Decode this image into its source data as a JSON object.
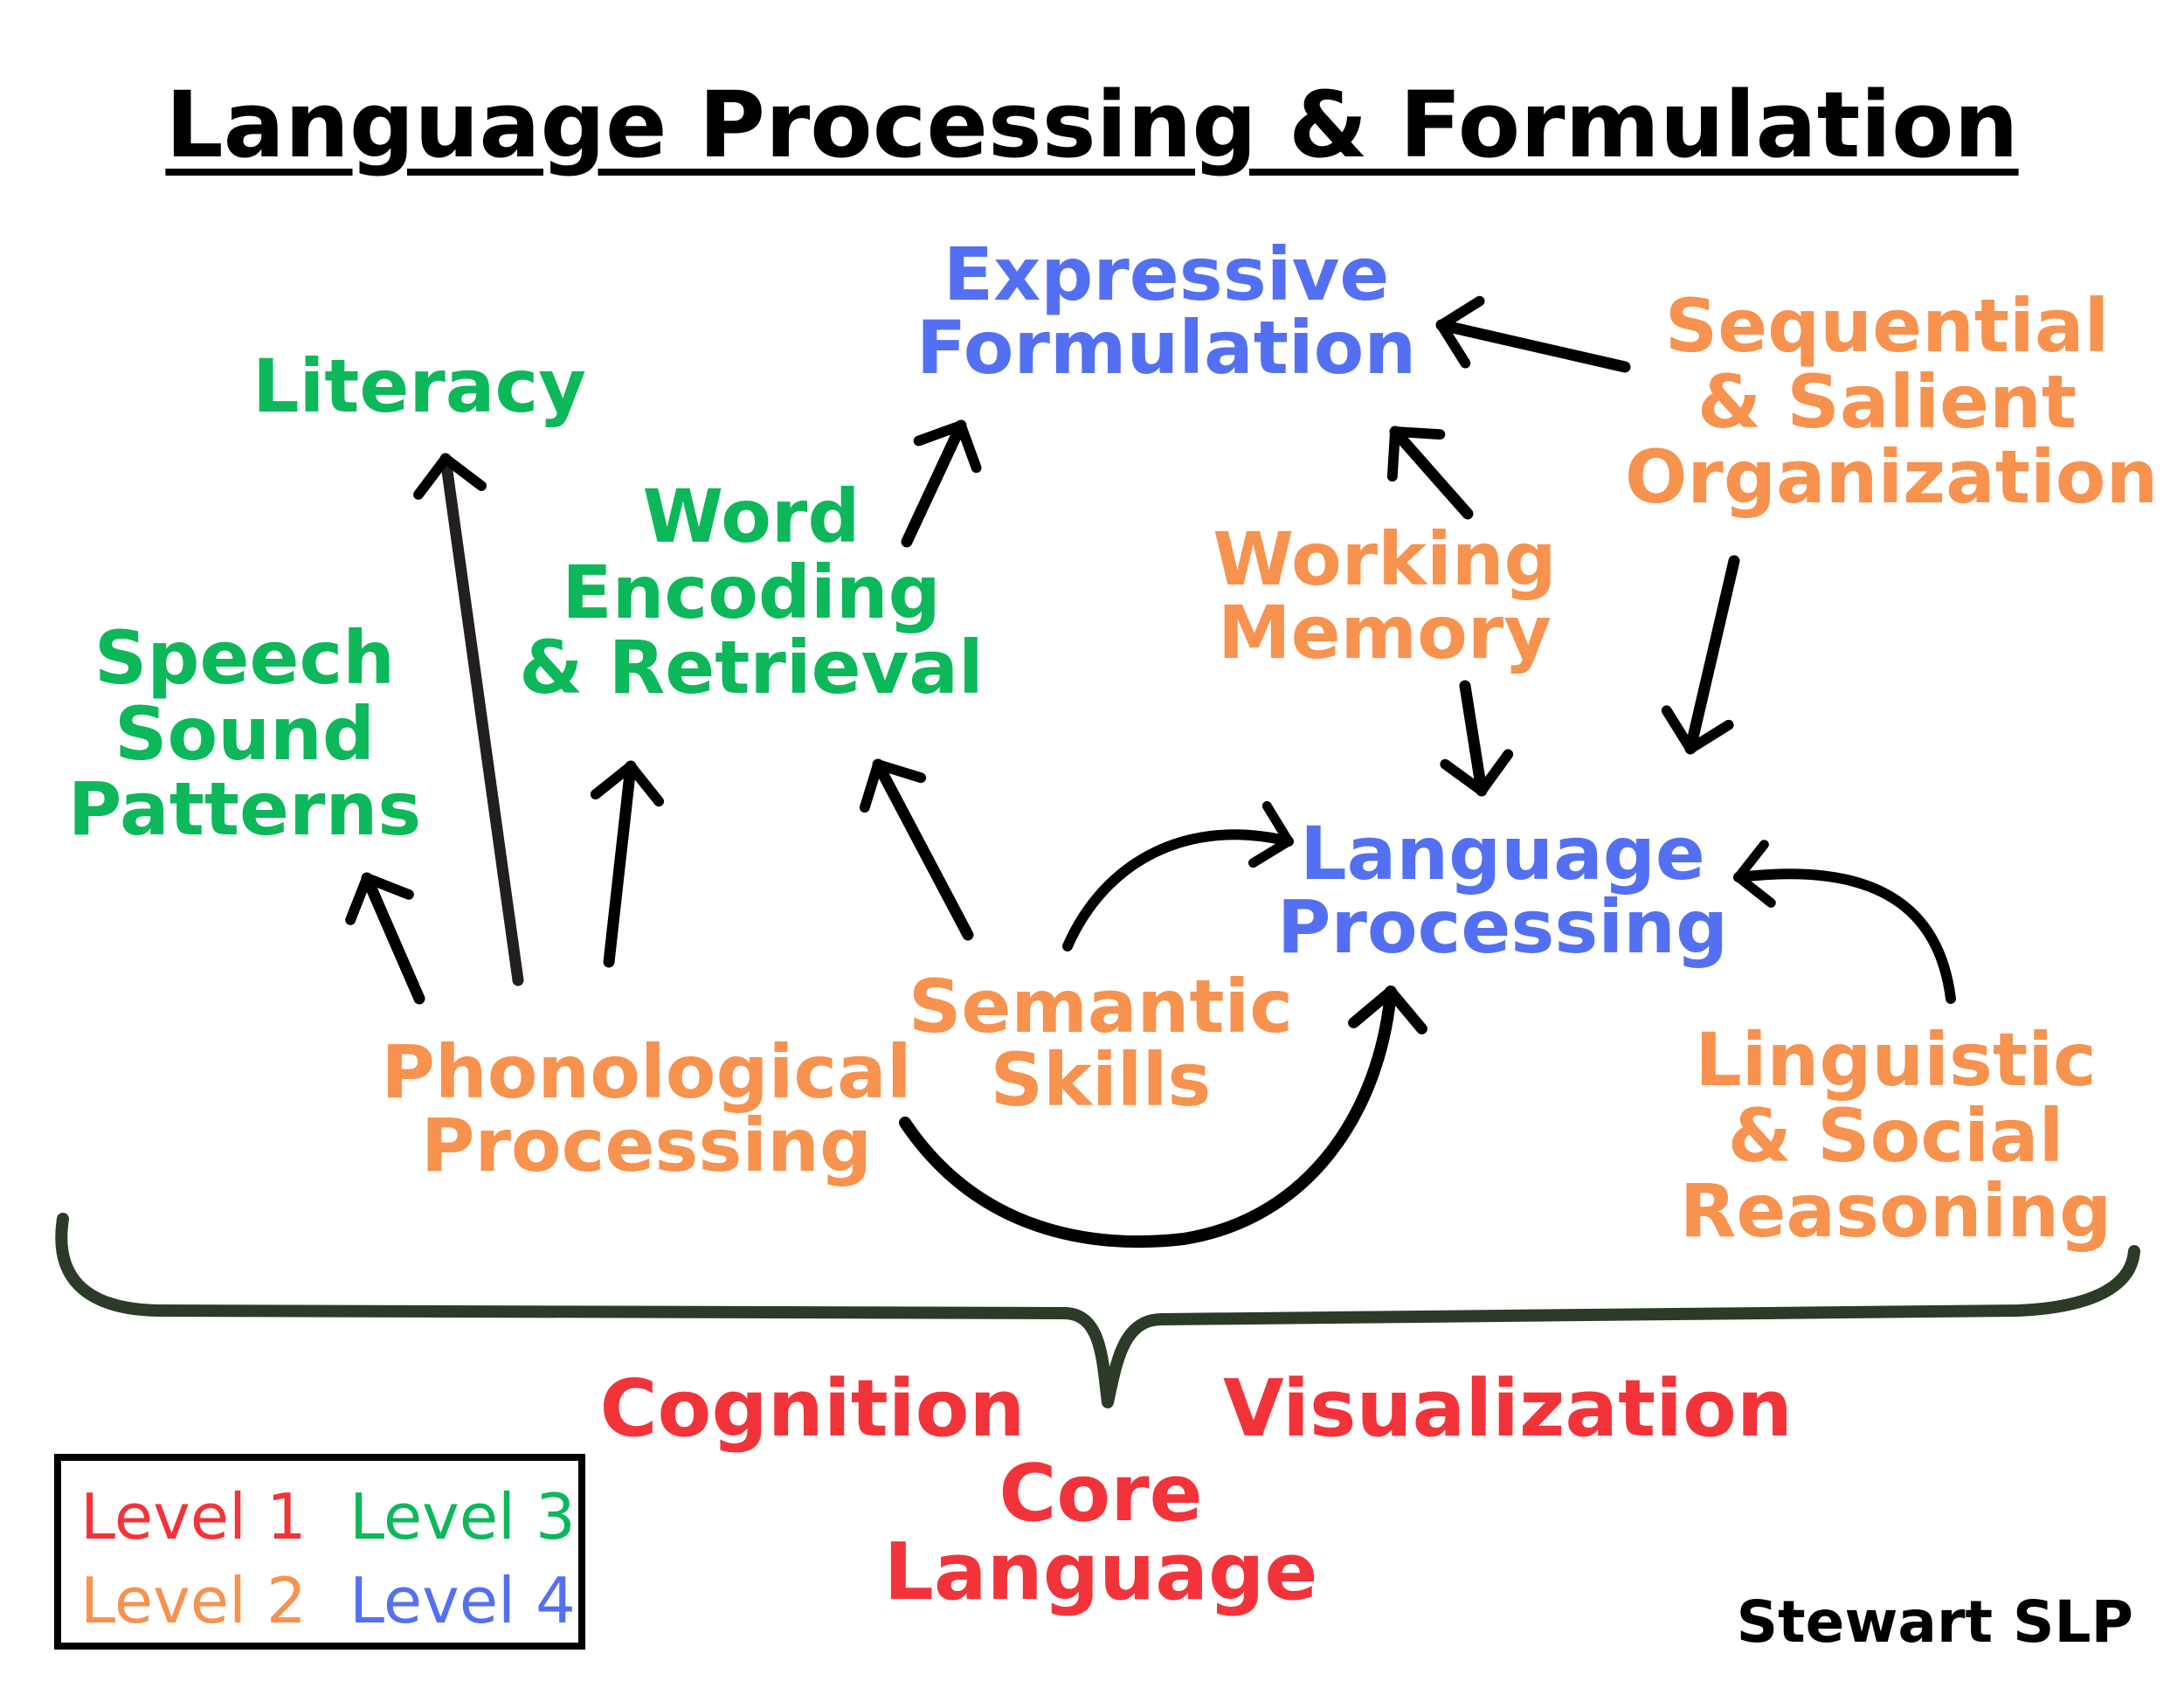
{
  "title": "Language Processing & Formulation",
  "colors": {
    "level1": "#f2343a",
    "level2": "#f7924f",
    "level3": "#0cb85a",
    "level4": "#5470f2",
    "arrow": "#000000",
    "brace": "#2c3a28"
  },
  "nodes": {
    "expressive_formulation": {
      "line1": "Expressive",
      "line2": "Formulation"
    },
    "literacy": {
      "line1": "Literacy"
    },
    "sequential_organization": {
      "line1": "Sequential",
      "line2": "& Salient",
      "line3": "Organization"
    },
    "word_encoding": {
      "line1": "Word",
      "line2": "Encoding",
      "line3": "& Retrieval"
    },
    "working_memory": {
      "line1": "Working",
      "line2": "Memory"
    },
    "speech_sound": {
      "line1": "Speech",
      "line2": "Sound",
      "line3": "Patterns"
    },
    "language_processing": {
      "line1": "Language",
      "line2": "Processing"
    },
    "semantic_skills": {
      "line1": "Semantic",
      "line2": "Skills"
    },
    "phonological_processing": {
      "line1": "Phonological",
      "line2": "Processing"
    },
    "linguistic_social": {
      "line1": "Linguistic",
      "line2": "& Social",
      "line3": "Reasoning"
    },
    "cognition": {
      "line1": "Cognition"
    },
    "visualization": {
      "line1": "Visualization"
    },
    "core_language": {
      "line1": "Core",
      "line2": "Language"
    }
  },
  "legend": {
    "level1": "Level 1",
    "level2": "Level 2",
    "level3": "Level 3",
    "level4": "Level 4"
  },
  "credit": "Stewart SLP"
}
